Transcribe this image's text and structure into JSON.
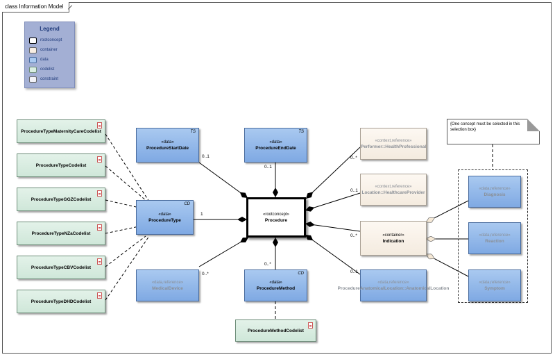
{
  "frame_title": "class Information Model",
  "legend": {
    "title": "Legend",
    "items": [
      {
        "label": "rootconcept",
        "color": "#ffffff",
        "border": "#000000"
      },
      {
        "label": "container",
        "color": "#f8eee3",
        "border": "#777777"
      },
      {
        "label": "data",
        "color": "#a9c9f0",
        "border": "#4a6c9e"
      },
      {
        "label": "codelist",
        "color": "#d9eee2",
        "border": "#6c8c78"
      },
      {
        "label": "constraint",
        "color": "#f2f2f8",
        "border": "#777777"
      }
    ]
  },
  "note_text": "{One concept must be selected in this selection box}",
  "nodes": {
    "procedure": {
      "stereotype": "«rootconcept»",
      "name": "Procedure"
    },
    "start_date": {
      "stereotype": "«data»",
      "name": "ProcedureStartDate",
      "tag": "TS"
    },
    "end_date": {
      "stereotype": "«data»",
      "name": "ProcedureEndDate",
      "tag": "TS"
    },
    "type": {
      "stereotype": "«data»",
      "name": "ProcedureType",
      "tag": "CD"
    },
    "medical_device": {
      "stereotype": "«data,reference»",
      "name": "MedicalDevice"
    },
    "method": {
      "stereotype": "«data»",
      "name": "ProcedureMethod",
      "tag": "CD"
    },
    "performer": {
      "stereotype": "«context,reference»",
      "name": "Performer::HealthProfessional"
    },
    "location": {
      "stereotype": "«context,reference»",
      "name": "Location::HealthcareProvider"
    },
    "indication": {
      "stereotype": "«container»",
      "name": "Indication"
    },
    "anatomical": {
      "stereotype": "«data,reference»",
      "name": "ProcedureAnatomicalLocation::AnatomicalLocation"
    },
    "diagnosis": {
      "stereotype": "«data,reference»",
      "name": "Diagnosis"
    },
    "reaction": {
      "stereotype": "«data,reference»",
      "name": "Reaction"
    },
    "symptom": {
      "stereotype": "«data,reference»",
      "name": "Symptom"
    }
  },
  "codelists": [
    "ProcedureTypeMaternityCareCodelist",
    "ProcedureTypeCodelist",
    "ProcedureTypeGGZCodelist",
    "ProcedureTypeNZaCodelist",
    "ProcedureTypeCBVCodelist",
    "ProcedureTypeDHDCodelist"
  ],
  "method_codelist": "ProcedureMethodCodelist",
  "multiplicities": {
    "start_date": "0..1",
    "end_date": "0..1",
    "type": "1",
    "medical_device": "0..*",
    "method": "0..*",
    "performer": "0..*",
    "location": "0..1",
    "indication": "0..*",
    "anatomical": "0..1"
  }
}
